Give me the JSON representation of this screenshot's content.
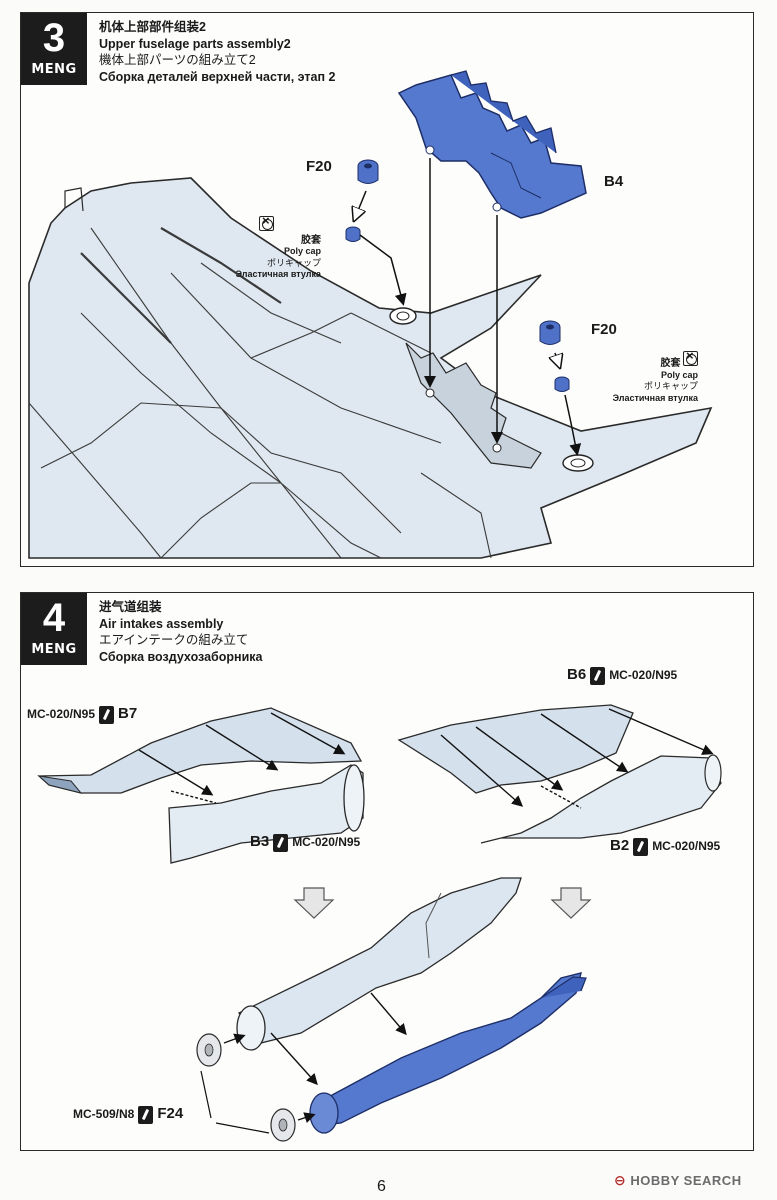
{
  "page": {
    "number": "6"
  },
  "watermark": {
    "text": "HOBBY SEARCH",
    "icon": "hobby-search-logo-icon",
    "color": "#b43030"
  },
  "colors": {
    "part_blue": "#4f77cf",
    "part_light": "#dde6ef",
    "ink": "#1a1a1a"
  },
  "steps": [
    {
      "number": "3",
      "brand": "MENG",
      "titles": {
        "zh": "机体上部部件组装2",
        "en": "Upper fuselage parts assembly2",
        "ja": "機体上部パーツの組み立て2",
        "ru": "Сборка деталей верхней части, этап 2"
      },
      "labels": {
        "f20_left": "F20",
        "f20_right": "F20",
        "b4": "B4"
      },
      "poly_cap": {
        "zh": "胶套",
        "en": "Poly cap",
        "ja": "ポリキャップ",
        "ru": "Эластичная втулка",
        "icon": "no-glue-icon"
      }
    },
    {
      "number": "4",
      "brand": "MENG",
      "titles": {
        "zh": "进气道组装",
        "en": "Air intakes assembly",
        "ja": "エアインテークの組み立て",
        "ru": "Сборка воздухозаборника"
      },
      "labels": {
        "b7": "B7",
        "b3": "B3",
        "b6": "B6",
        "b2": "B2",
        "f24": "F24",
        "paint_b7": "MC-020/N95",
        "paint_b3": "MC-020/N95",
        "paint_b6": "MC-020/N95",
        "paint_b2": "MC-020/N95",
        "paint_f24": "MC-509/N8"
      }
    }
  ]
}
